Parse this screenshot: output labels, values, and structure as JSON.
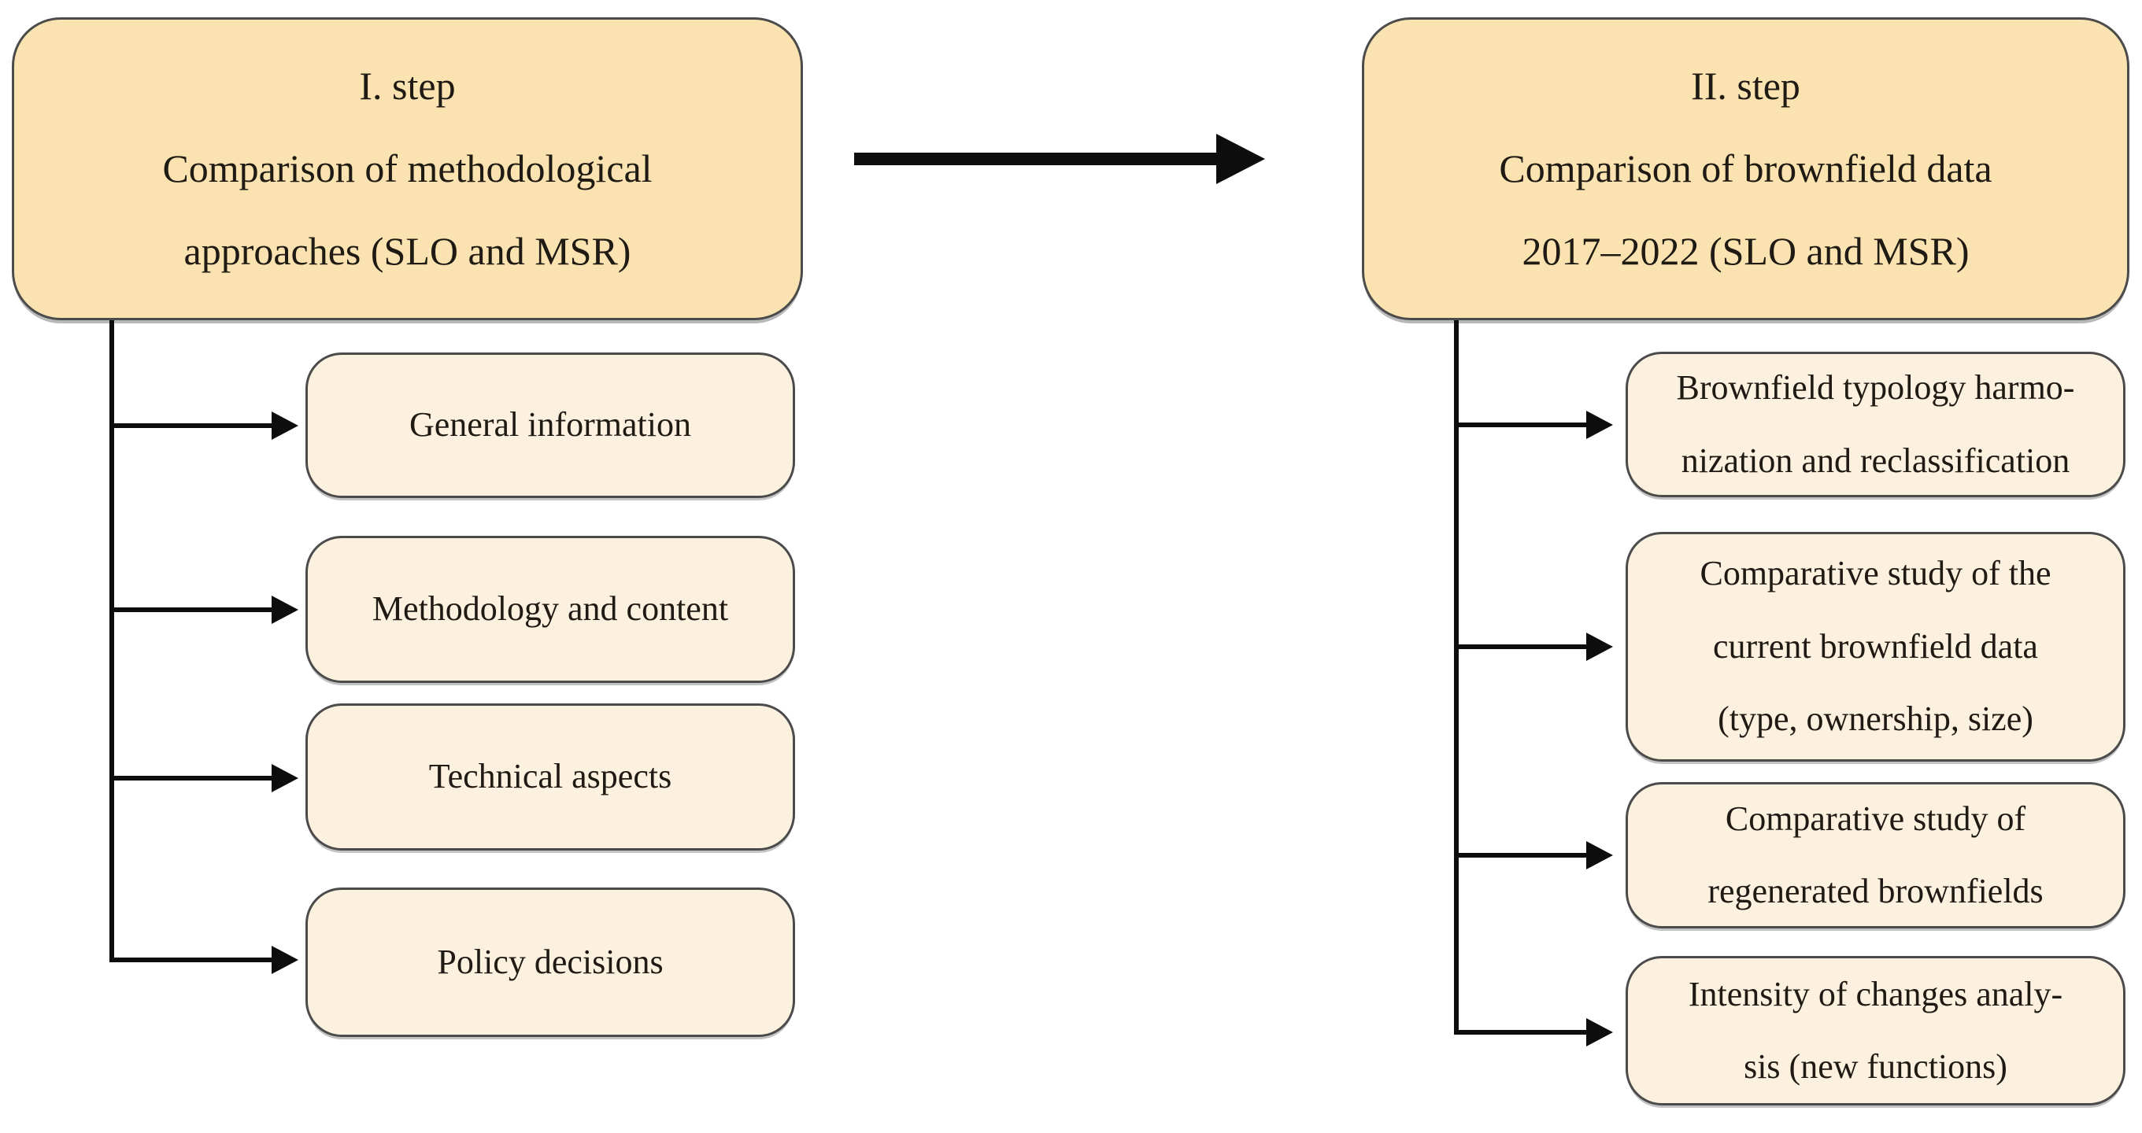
{
  "figure": {
    "type": "flow-diagram",
    "background": "#ffffff",
    "box_fill_primary": "#fae3b1",
    "box_fill_secondary": "#fcf1df",
    "box_border": "#4b4b4b",
    "connector_color": "#0d0d0d",
    "text_color": "#1f1a13"
  },
  "step1": {
    "title_lines": [
      "I. step",
      "Comparison of methodological",
      "approaches (SLO and MSR)"
    ],
    "items": [
      {
        "lines": [
          "General information"
        ]
      },
      {
        "lines": [
          "Methodology and content"
        ]
      },
      {
        "lines": [
          "Technical aspects"
        ]
      },
      {
        "lines": [
          "Policy decisions"
        ]
      }
    ]
  },
  "step2": {
    "title_lines": [
      "II. step",
      "Comparison of brownfield data",
      "2017–2022 (SLO and MSR)"
    ],
    "items": [
      {
        "lines": [
          "Brownfield typology harmo-",
          "nization and reclassification"
        ]
      },
      {
        "lines": [
          "Comparative study of the",
          "current brownfield data",
          "(type, ownership, size)"
        ]
      },
      {
        "lines": [
          "Comparative study of",
          "regenerated brownfields"
        ]
      },
      {
        "lines": [
          "Intensity of changes analy-",
          "sis (new functions)"
        ]
      }
    ]
  }
}
